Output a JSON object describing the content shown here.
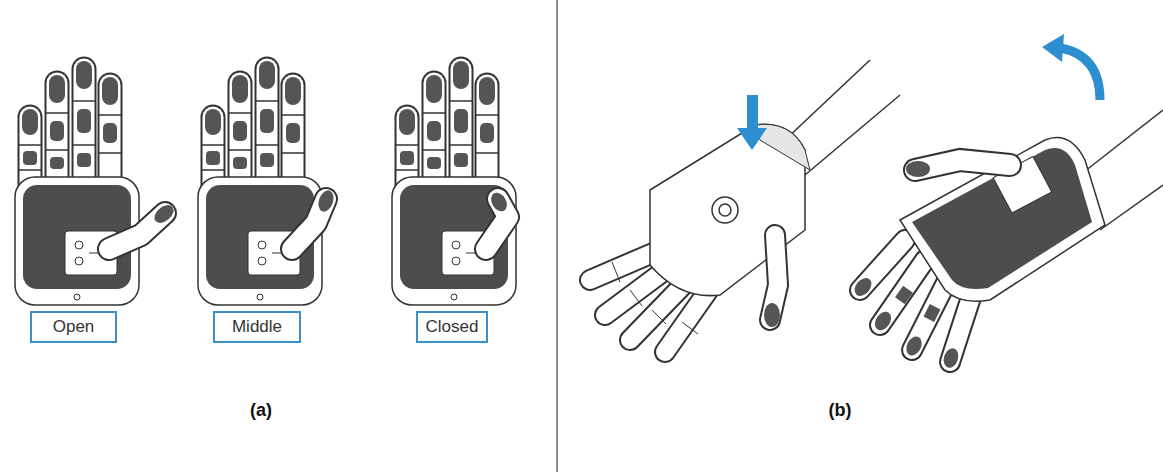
{
  "diagram": {
    "nodes": [
      {
        "text": [
          "Open"
        ]
      },
      {
        "text": [
          "Middle"
        ]
      },
      {
        "text": [
          "Closed"
        ]
      }
    ],
    "labels": [
      "(a)",
      "(b)"
    ]
  }
}
